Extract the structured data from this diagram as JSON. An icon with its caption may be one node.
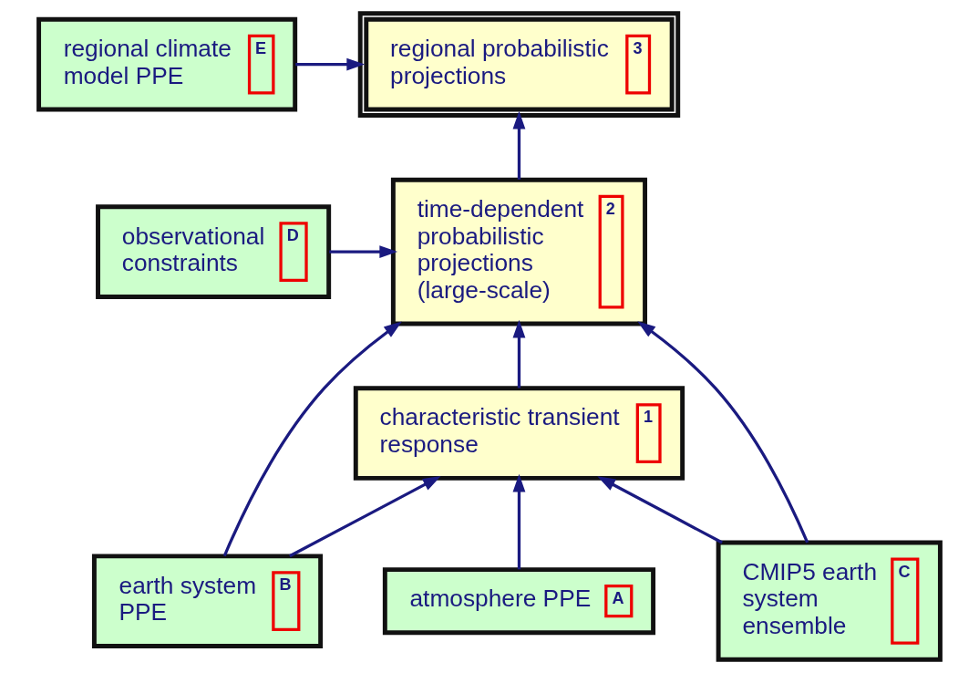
{
  "diagram": {
    "nodes": [
      {
        "text": [
          "regional probabilistic projections",
          "3"
        ]
      },
      {
        "text": [
          "regional climate model PPE",
          "E"
        ]
      },
      {
        "text": [
          "observational constraints",
          "D"
        ]
      },
      {
        "text": [
          "time-dependent probabilistic projections (large-scale)",
          "2"
        ]
      },
      {
        "text": [
          "earth system PPE",
          "B"
        ]
      },
      {
        "text": [
          "CMIP5 earth system ensemble",
          "C"
        ]
      },
      {
        "text": [
          "characteristic transient response",
          "1"
        ]
      },
      {
        "text": [
          "atmosphere PPE",
          "A"
        ]
      }
    ],
    "edges": [
      {
        "from": 1,
        "to": 0,
        "arrow": "to"
      },
      {
        "from": 3,
        "to": 0,
        "arrow": "to"
      },
      {
        "from": 2,
        "to": 3,
        "arrow": "to"
      },
      {
        "from": 4,
        "to": 3,
        "arrow": "to"
      },
      {
        "from": 4,
        "to": 6,
        "arrow": "to"
      },
      {
        "from": 5,
        "to": 3,
        "arrow": "to"
      },
      {
        "from": 5,
        "to": 6,
        "arrow": "to"
      },
      {
        "from": 6,
        "to": 3,
        "arrow": "to"
      },
      {
        "from": 7,
        "to": 6,
        "arrow": "to"
      }
    ]
  }
}
